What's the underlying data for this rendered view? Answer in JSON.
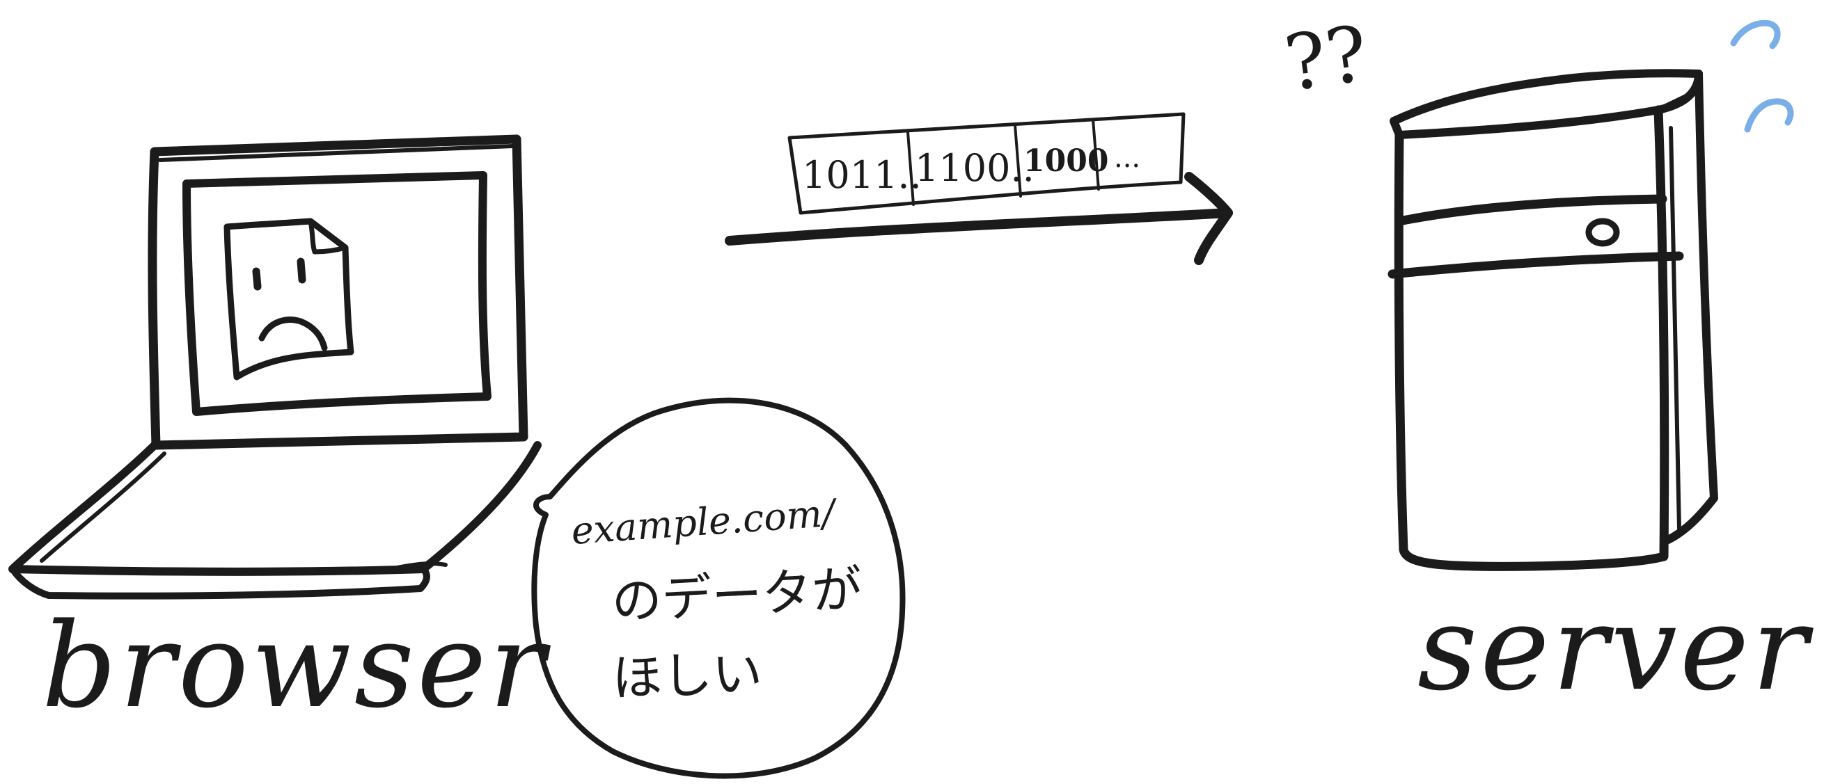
{
  "labels": {
    "browser": "browser",
    "server": "server"
  },
  "speech_bubble": {
    "line1": "example.com/",
    "line2": "のデータが",
    "line3": "ほしい"
  },
  "packets": [
    "1011..",
    "1100..",
    "1000",
    "..."
  ],
  "confusion_marks": "??",
  "colors": {
    "ink": "#1b1b1b",
    "sweat": "#7aaee6",
    "background": "#ffffff"
  },
  "icons": {
    "computer": "laptop-icon",
    "document": "sad-document-icon",
    "server": "server-tower-icon",
    "arrow": "arrow-right-icon",
    "sweat": "sweat-drops-icon"
  }
}
